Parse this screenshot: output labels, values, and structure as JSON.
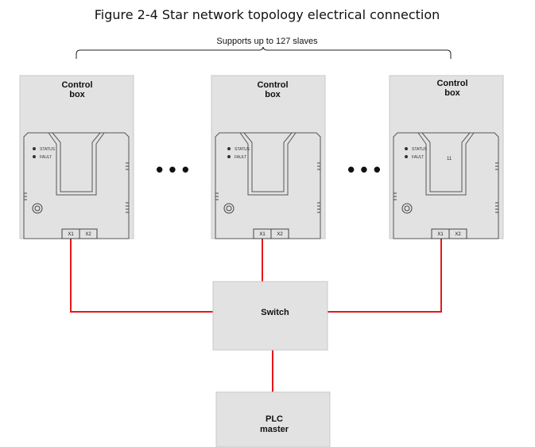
{
  "title": "Figure 2-4 Star network topology electrical connection",
  "brace_label": "Supports up to 127 slaves",
  "control_boxes": [
    {
      "label_line1": "Control",
      "label_line2": "box",
      "status": "STATUS",
      "fault": "FAULT",
      "port1": "X1",
      "port2": "X2",
      "number": ""
    },
    {
      "label_line1": "Control",
      "label_line2": "box",
      "status": "STATUS",
      "fault": "FAULT",
      "port1": "X1",
      "port2": "X2",
      "number": ""
    },
    {
      "label_line1": "Control",
      "label_line2": "box",
      "status": "STATUS",
      "fault": "FAULT",
      "port1": "X1",
      "port2": "X2",
      "number": "11"
    }
  ],
  "ellipsis": "• • •",
  "switch_label": "Switch",
  "plc": {
    "line1": "PLC",
    "line2": "master"
  },
  "colors": {
    "cable": "#e8171b",
    "box_fill": "#e2e2e2",
    "box_border": "#c8c8c8"
  }
}
